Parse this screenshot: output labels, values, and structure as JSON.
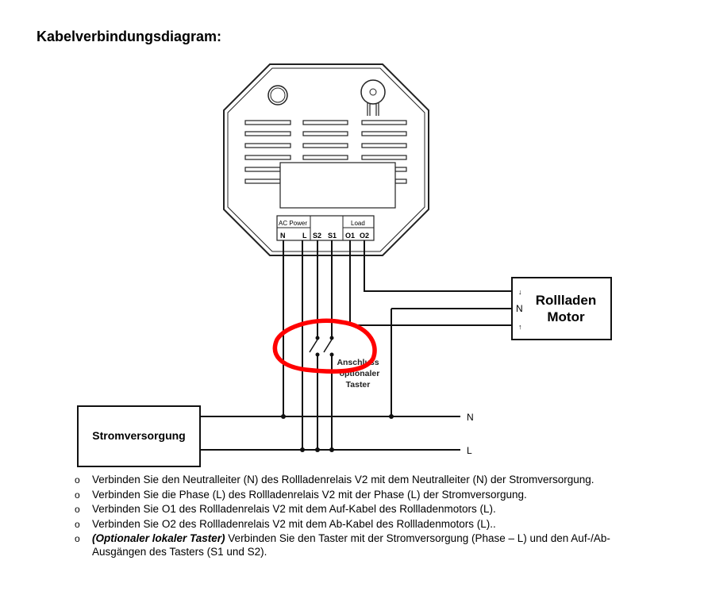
{
  "title": "Kabelverbindungsdiagram:",
  "diagram": {
    "terminal_groups": {
      "ac_power": "AC Power",
      "load": "Load"
    },
    "terminals": [
      "N",
      "L",
      "S2",
      "S1",
      "O1",
      "O2"
    ],
    "motor": {
      "line1": "Rollladen",
      "line2": "Motor",
      "pin_up": "↓",
      "pin_n": "N",
      "pin_down": "↑"
    },
    "switch_label": [
      "Anschluss",
      "optionaler",
      "Taster"
    ],
    "power_supply": "Stromversorgung",
    "line_n": "N",
    "line_l": "L",
    "annotation_color": "#ff0000"
  },
  "bullets": [
    {
      "bold": "",
      "text": "Verbinden Sie den Neutralleiter (N) des Rollladenrelais V2 mit dem Neutralleiter (N) der Stromversorgung."
    },
    {
      "bold": "",
      "text": "Verbinden Sie die Phase (L) des Rollladenrelais V2 mit der Phase (L) der Stromversorgung."
    },
    {
      "bold": "",
      "text": "Verbinden Sie O1 des Rollladenrelais V2 mit dem Auf-Kabel des Rollladenmotors (L)."
    },
    {
      "bold": "",
      "text": "Verbinden Sie O2 des Rollladenrelais V2 mit dem Ab-Kabel des Rollladenmotors (L).."
    },
    {
      "bold": "(Optionaler lokaler Taster)",
      "text": " Verbinden Sie den Taster mit der Stromversorgung (Phase – L) und den Auf-/Ab-Ausgängen des Tasters (S1 und S2)."
    }
  ],
  "bullet_marker": "o"
}
